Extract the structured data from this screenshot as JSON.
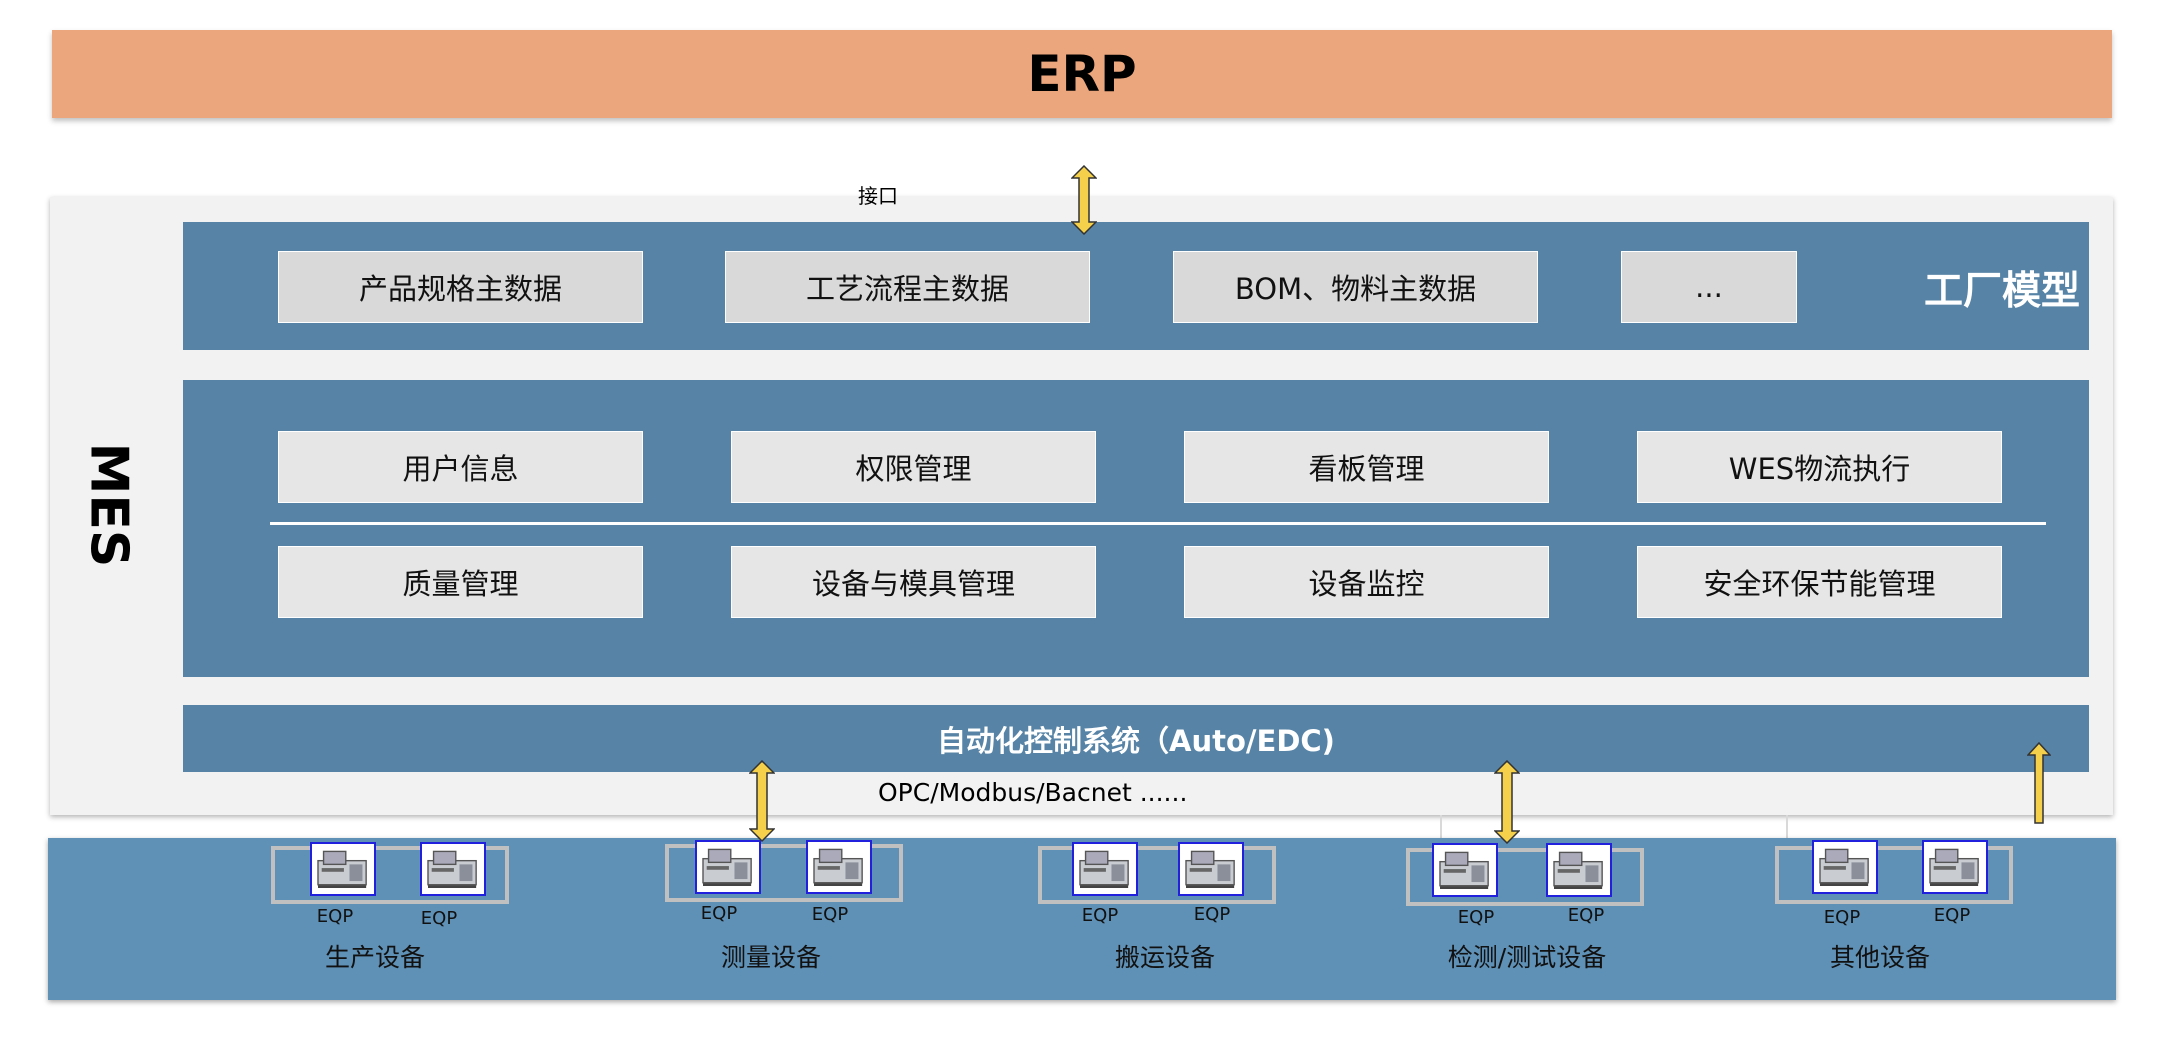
{
  "erp": {
    "title": "ERP"
  },
  "mes": {
    "label": "MES"
  },
  "interface_label": "接口",
  "factory_model": {
    "title": "工厂模型",
    "items": [
      "产品规格主数据",
      "工艺流程主数据",
      "BOM、物料主数据",
      "..."
    ]
  },
  "functions": {
    "row1": [
      "用户信息",
      "权限管理",
      "看板管理",
      "WES物流执行"
    ],
    "row2": [
      "质量管理",
      "设备与模具管理",
      "设备监控",
      "安全环保节能管理"
    ]
  },
  "automation": {
    "title": "自动化控制系统（Auto/EDC)"
  },
  "protocols": "OPC/Modbus/Bacnet ......",
  "equipment_groups": [
    {
      "name": "生产设备",
      "eq_labels": [
        "EQP",
        "EQP"
      ]
    },
    {
      "name": "测量设备",
      "eq_labels": [
        "EQP",
        "EQP"
      ]
    },
    {
      "name": "搬运设备",
      "eq_labels": [
        "EQP",
        "EQP"
      ]
    },
    {
      "name": "检测/测试设备",
      "eq_labels": [
        "EQP",
        "EQP"
      ]
    },
    {
      "name": "其他设备",
      "eq_labels": [
        "EQP",
        "EQP"
      ]
    }
  ],
  "colors": {
    "erp_fill": "#eba67d",
    "band_fill": "#5683a6",
    "equipment_fill": "#5f90b5",
    "arrow_fill": "#f5d04a",
    "box_fill": "#d9d9d9"
  }
}
